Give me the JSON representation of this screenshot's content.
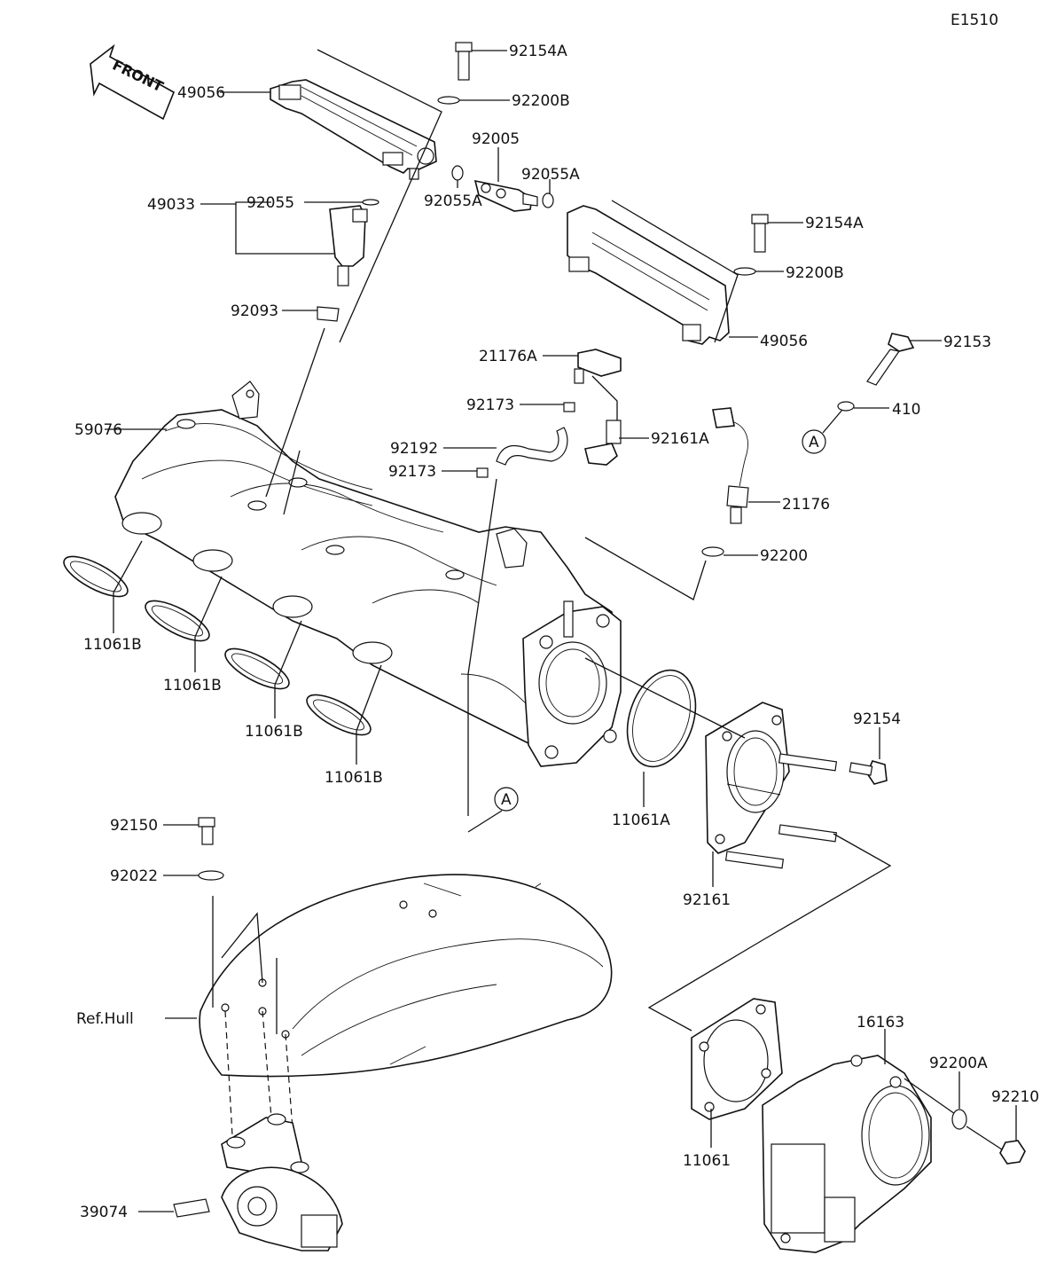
{
  "diagram": {
    "code": "E1510",
    "front_label": "FRONT",
    "parts": {
      "p49056_left": "49056",
      "p92154A_top": "92154A",
      "p92200B_top": "92200B",
      "p92005": "92005",
      "p92055A_right": "92055A",
      "p92055A_left": "92055A",
      "p92055": "92055",
      "p49033": "49033",
      "p92093": "92093",
      "p92154A_mid": "92154A",
      "p92200B_mid": "92200B",
      "p49056_right": "49056",
      "p92153": "92153",
      "p410": "410",
      "p21176A": "21176A",
      "p92173_top": "92173",
      "p92192": "92192",
      "p92161A": "92161A",
      "p92173_bottom": "92173",
      "p59076": "59076",
      "p21176": "21176",
      "p92200": "92200",
      "p11061B_1": "11061B",
      "p11061B_2": "11061B",
      "p11061B_3": "11061B",
      "p11061B_4": "11061B",
      "p92154": "92154",
      "p11061A": "11061A",
      "p92161": "92161",
      "p92150": "92150",
      "p92022": "92022",
      "p16163": "16163",
      "p92200A": "92200A",
      "p92210": "92210",
      "p11061": "11061",
      "ref_hull": "Ref.Hull",
      "p39074": "39074"
    },
    "callout_a_1": "A",
    "callout_a_2": "A"
  }
}
